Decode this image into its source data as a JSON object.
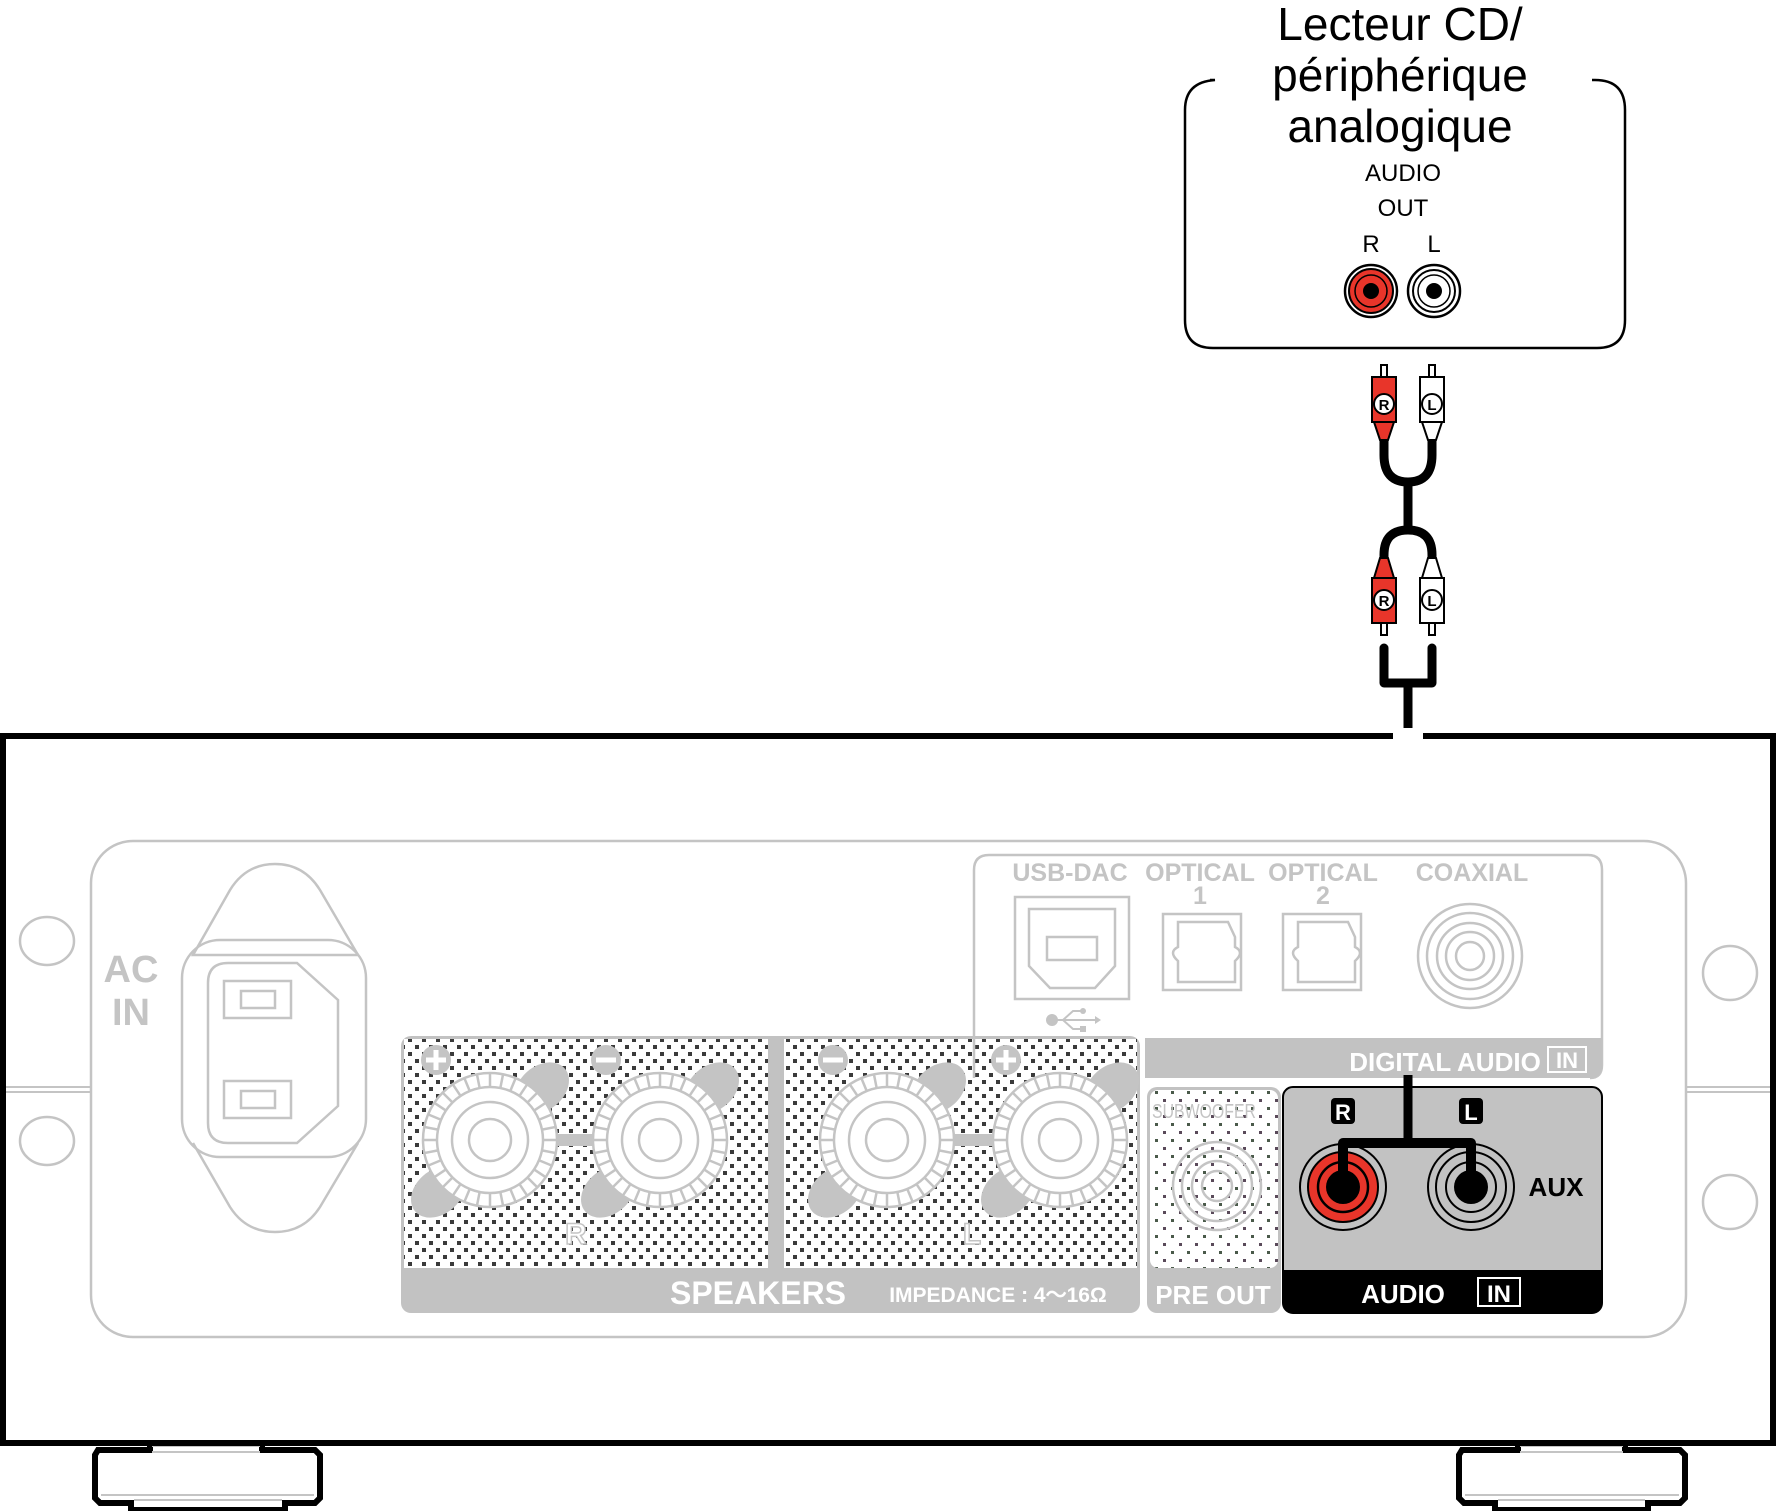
{
  "source_device": {
    "title_lines": [
      "Lecteur CD/",
      "périphérique",
      "analogique"
    ],
    "output_label_1": "AUDIO",
    "output_label_2": "OUT",
    "channel_r": "R",
    "channel_l": "L"
  },
  "cable": {
    "plug_r": "R",
    "plug_l": "L",
    "colors": {
      "right": "#e8352a",
      "left": "#ffffff",
      "cable": "#000000"
    }
  },
  "amplifier": {
    "ac_in": [
      "AC",
      "IN"
    ],
    "speakers": {
      "label": "SPEAKERS",
      "impedance": "IMPEDANCE : 4～16Ω",
      "plus": "+",
      "minus": "−",
      "channel_r": "R",
      "channel_l": "L"
    },
    "pre_out": {
      "label": "PRE OUT",
      "subwoofer": "SUBWOOFER"
    },
    "digital": {
      "usb_dac": "USB-DAC",
      "optical": "OPTICAL",
      "optical_1": "1",
      "optical_2": "2",
      "coaxial": "COAXIAL",
      "section_label": "DIGITAL AUDIO",
      "in_badge": "IN"
    },
    "audio_in": {
      "label": "AUDIO",
      "in_badge": "IN",
      "aux": "AUX",
      "channel_r": "R",
      "channel_l": "L"
    }
  },
  "colors": {
    "highlight_red": "#e8352a",
    "panel_gray": "#c2c2c2",
    "line_gray": "#c4c4c4",
    "black": "#000000"
  }
}
